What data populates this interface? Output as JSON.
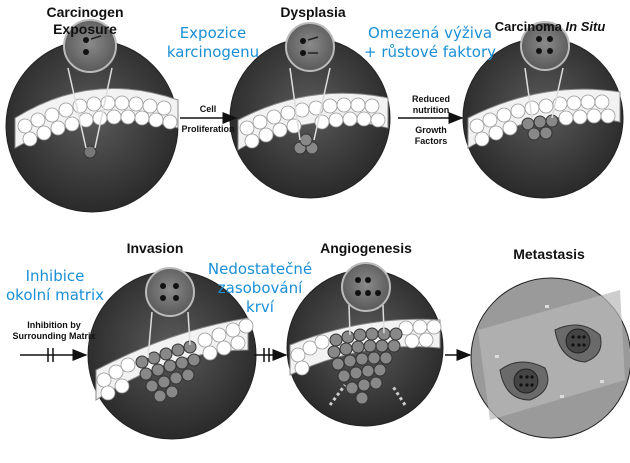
{
  "stages": [
    {
      "title_line1": "Carcinogen",
      "title_line2": "Exposure",
      "czech": "Expozice karcinogenu"
    },
    {
      "title": "Dysplasia"
    },
    {
      "title_main": "Carcinoma ",
      "title_italic": "In Situ",
      "czech_line1": "Omezená výživa",
      "czech_line2": "+ růstové faktory"
    },
    {
      "title": "Invasion",
      "czech_line1": "Inhibice",
      "czech_line2": "okolní matrix"
    },
    {
      "title": "Angiogenesis",
      "czech_line1": "Nedostatečné",
      "czech_line2": "zasobování",
      "czech_line3": "krví"
    },
    {
      "title": "Metastasis"
    }
  ],
  "arrows": {
    "a1_line1": "Cell",
    "a1_line2": "Proliferation",
    "a2_line1": "Reduced",
    "a2_line2": "nutrition",
    "a2_line3": "Growth",
    "a2_line4": "Factors",
    "a3_line1": "Inhibition by",
    "a3_line2": "Surrounding Matrix"
  },
  "czech_expo_line1": "Expozice",
  "czech_expo_line2": "karcinogenu",
  "colors": {
    "label_blue": "#1a8fd6",
    "disc": "#3a3a3a",
    "cell": "#ffffff"
  }
}
